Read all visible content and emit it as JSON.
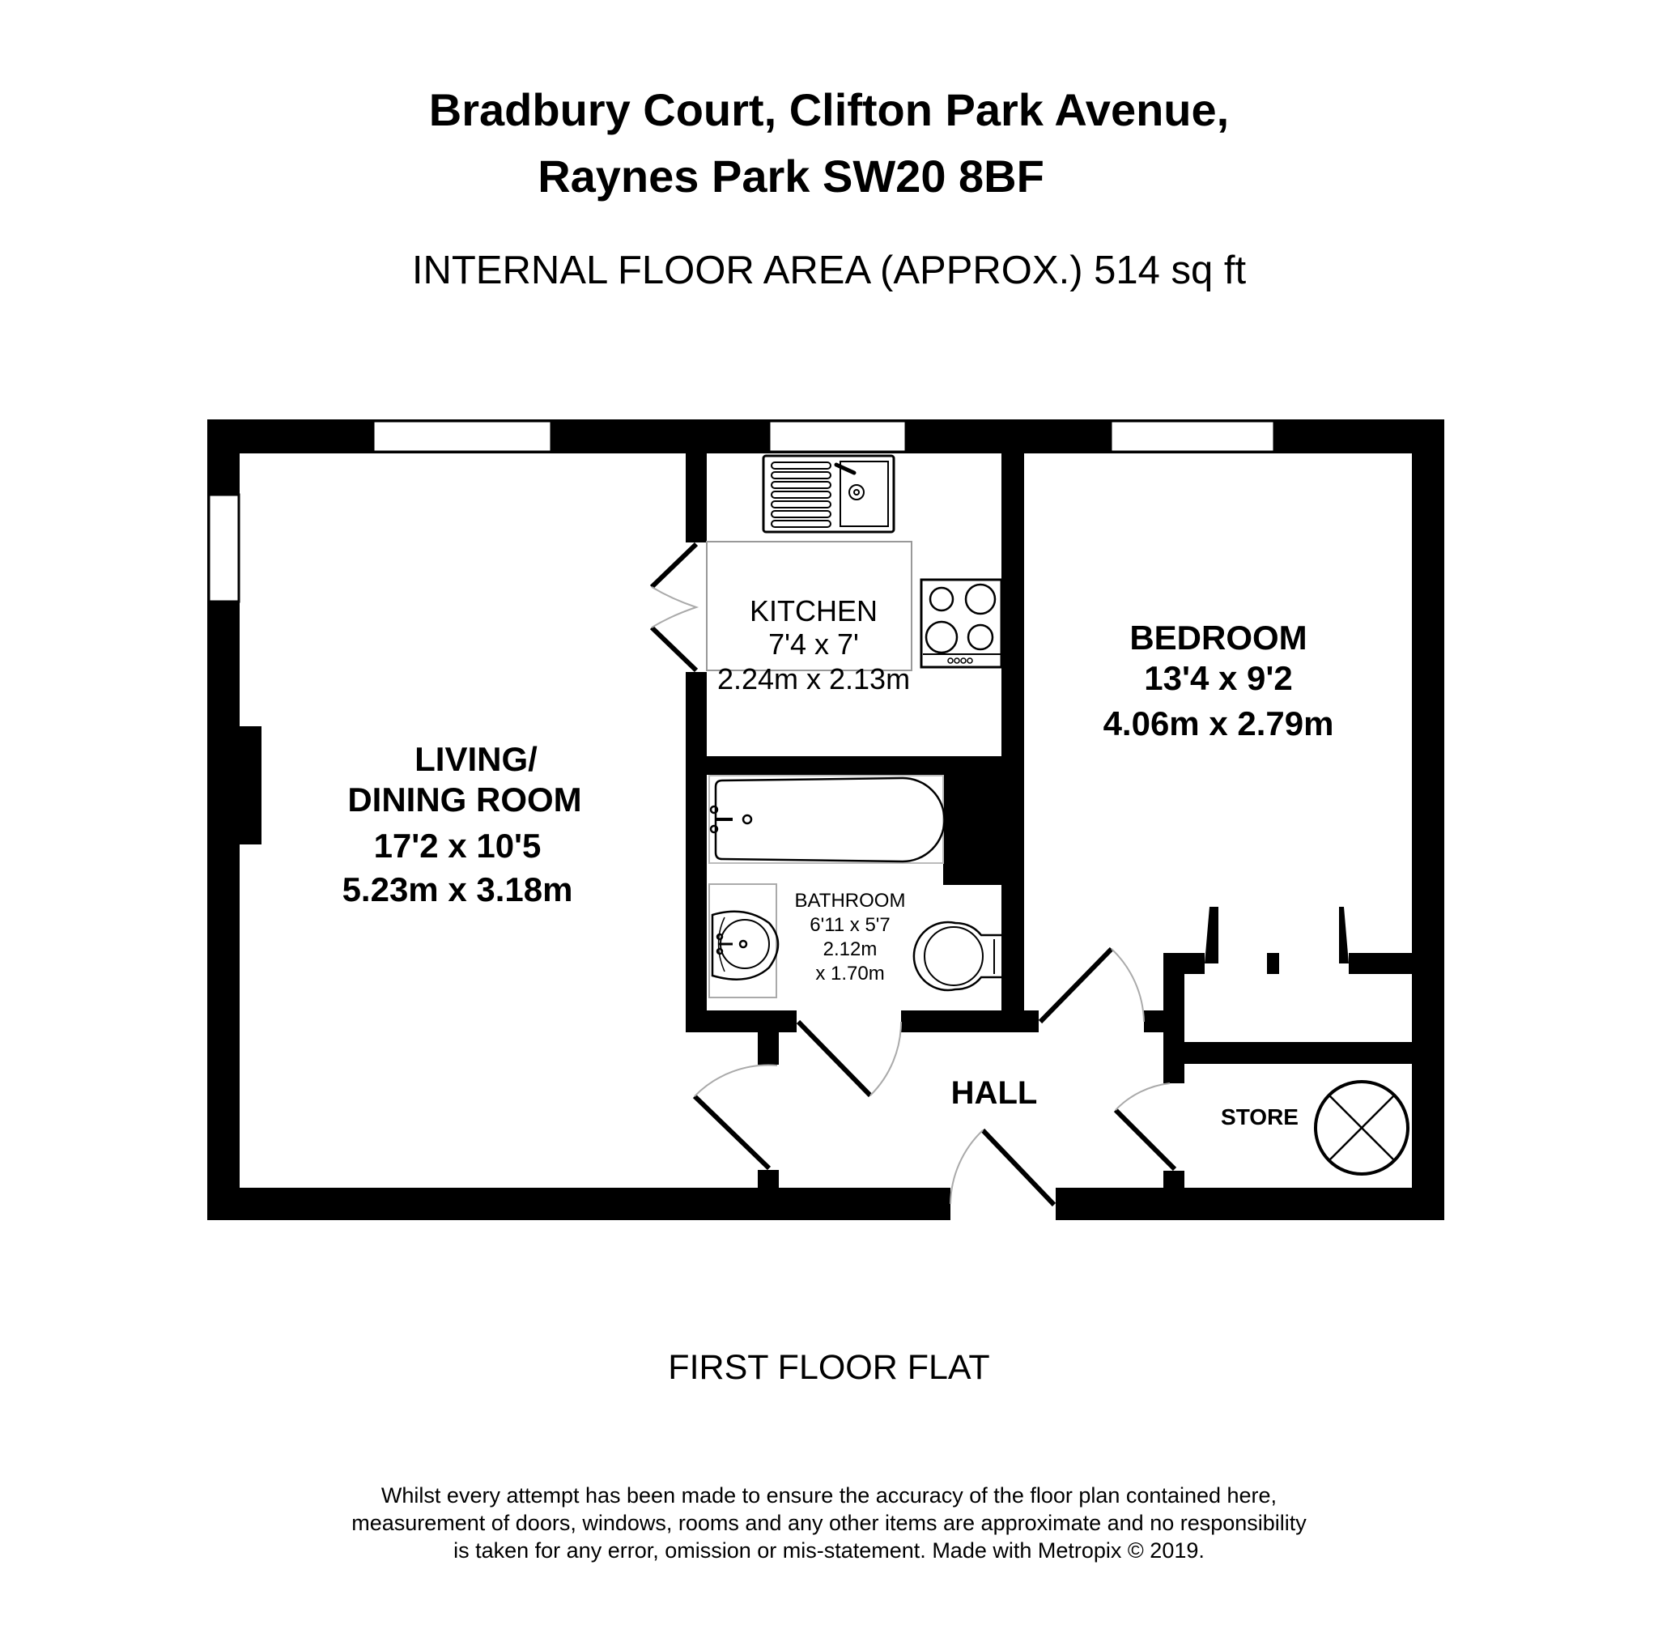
{
  "header": {
    "title_line_1": "Bradbury Court, Clifton Park Avenue,",
    "title_line_2": "Raynes Park SW20 8BF",
    "floor_area": "INTERNAL FLOOR AREA (APPROX.) 514 sq ft"
  },
  "plan": {
    "wall_color": "#000000",
    "background": "#ffffff",
    "fixture_line_color": "#000000",
    "counter_line_color": "#999999",
    "rooms": {
      "living": {
        "name_line_1": "LIVING/",
        "name_line_2": "DINING ROOM",
        "imperial": "17'2 x 10'5",
        "metric": "5.23m x 3.18m"
      },
      "kitchen": {
        "name": "KITCHEN",
        "imperial": "7'4 x 7'",
        "metric": "2.24m x 2.13m"
      },
      "bathroom": {
        "name": "BATHROOM",
        "imperial": "6'11 x 5'7",
        "metric_line_1": "2.12m",
        "metric_line_2": "x 1.70m"
      },
      "bedroom": {
        "name": "BEDROOM",
        "imperial": "13'4 x 9'2",
        "metric": "4.06m x 2.79m"
      },
      "hall": {
        "name": "HALL"
      },
      "store": {
        "name": "STORE"
      }
    },
    "fixtures": [
      "sink-icon",
      "hob-icon",
      "bath-icon",
      "washbasin-icon",
      "wc-icon",
      "boiler-cylinder-icon"
    ]
  },
  "footer": {
    "floor_label": "FIRST FLOOR FLAT",
    "disclaimer_line_1": "Whilst every attempt has been made to ensure the accuracy of the floor plan contained here,",
    "disclaimer_line_2": "measurement of doors, windows, rooms and any other items are approximate and no responsibility",
    "disclaimer_line_3": "is taken for any error, omission or mis-statement. Made with Metropix © 2019."
  }
}
